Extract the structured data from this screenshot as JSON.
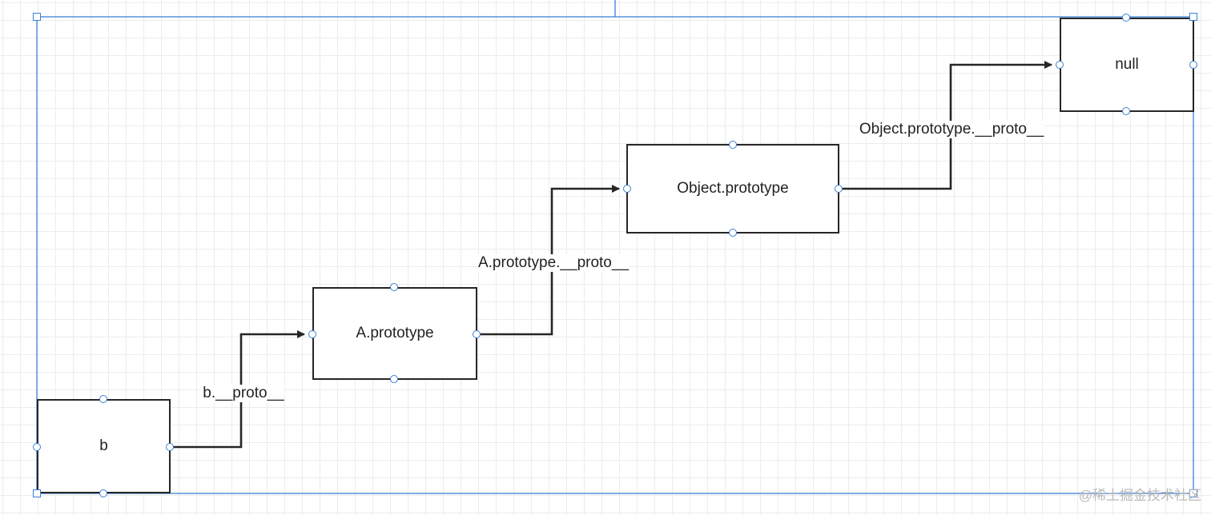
{
  "nodes": {
    "b": {
      "label": "b"
    },
    "a_prototype": {
      "label": "A.prototype"
    },
    "object_prototype": {
      "label": "Object.prototype"
    },
    "null": {
      "label": "null"
    }
  },
  "edges": {
    "b_proto": {
      "label": "b.__proto__"
    },
    "a_proto": {
      "label": "A.prototype.__proto__"
    },
    "object_proto": {
      "label": "Object.prototype.__proto__"
    }
  },
  "watermark": "@稀土掘金技术社区",
  "colors": {
    "selection": "#3b7fd8",
    "stroke": "#262626",
    "grid": "#ececec"
  }
}
